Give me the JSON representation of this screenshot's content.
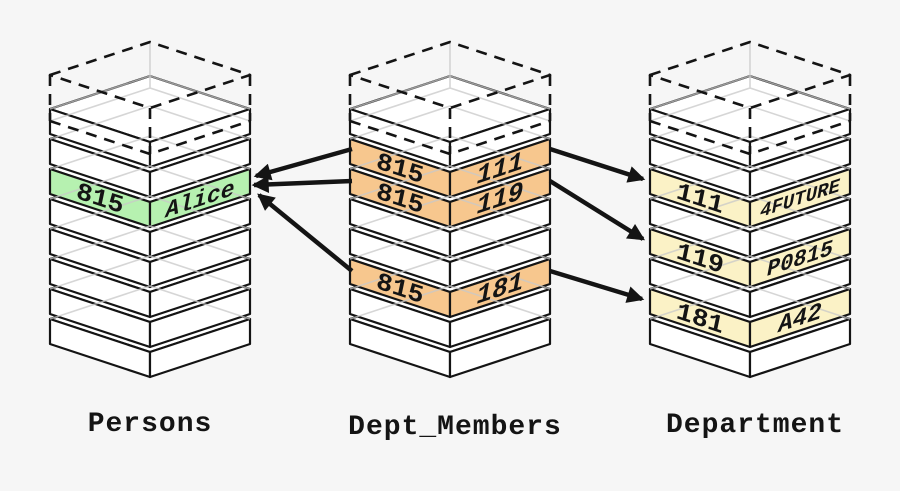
{
  "diagram": {
    "stacks": {
      "persons": {
        "label": "Persons",
        "row": {
          "id": "815",
          "name": "Alice"
        }
      },
      "dept_members": {
        "label": "Dept_Members",
        "rows": [
          {
            "person_id": "815",
            "dept_id": "111"
          },
          {
            "person_id": "815",
            "dept_id": "119"
          },
          {
            "person_id": "815",
            "dept_id": "181"
          }
        ]
      },
      "department": {
        "label": "Department",
        "rows": [
          {
            "id": "111",
            "name": "4FUTURE"
          },
          {
            "id": "119",
            "name": "P0815"
          },
          {
            "id": "181",
            "name": "A42"
          }
        ]
      }
    },
    "colors": {
      "background": "#f6f6f6",
      "person_highlight": "#b6f1b0",
      "member_highlight": "#f7c78e",
      "department_highlight": "#fbf2c6",
      "stroke": "#141414",
      "hidden_edge": "#c8c8c8"
    }
  }
}
